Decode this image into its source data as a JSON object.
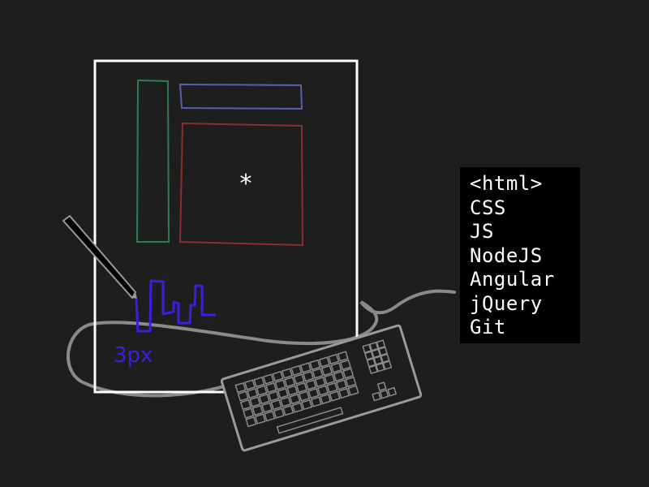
{
  "drawing": {
    "size_label": "3px",
    "cursor_glyph": "*",
    "colors": {
      "background": "#1e1e1e",
      "page_frame": "#ffffff",
      "sidebar": "#2e7d4f",
      "header": "#5560b0",
      "content": "#8b2e2e",
      "handwriting": "#3a1fe0",
      "cable": "#8a8a8a",
      "keyboard": "#9a9a9a"
    }
  },
  "terminal": {
    "lines": [
      "<html>",
      "CSS",
      "JS",
      "NodeJS",
      "Angular",
      "jQuery",
      "Git"
    ]
  }
}
